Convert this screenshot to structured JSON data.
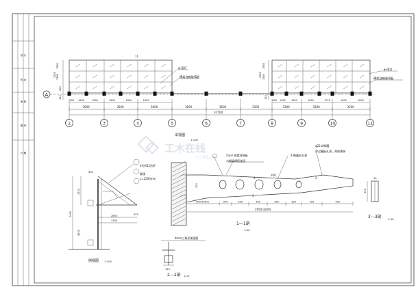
{
  "title_block": {
    "col_labels": [
      "设 计",
      "校 对",
      "审 核",
      "图 号",
      "日 期"
    ]
  },
  "plan": {
    "axis_letter": "A",
    "axis_numbers": [
      "2",
      "3",
      "4",
      "5",
      "6",
      "7",
      "8",
      "9",
      "10",
      "11"
    ],
    "bay_dims": [
      "3600",
      "3600",
      "3600",
      "3600",
      "3600",
      "3300",
      "3300",
      "3300",
      "3300"
    ],
    "total_dim": "31500",
    "left_sub_dims": [
      "900",
      "1800",
      "1800",
      "1600",
      "1800",
      "1800"
    ],
    "right_sub_dims": [
      "800",
      "1650",
      "1650",
      "1650",
      "1725",
      "1800",
      "1800"
    ],
    "left_height_dims": [
      "1550",
      "1550",
      "200",
      "3300",
      "120"
    ],
    "right_height_dims": [
      "1550",
      "1550",
      "3300",
      "120"
    ],
    "top_mark": "11",
    "left_note_1": "φ-雨灯",
    "left_note_2": "横架自箱玻璃板",
    "right_note_1": "φ-雨灯",
    "right_note_2": "横架自箱玻璃板",
    "caption": "伞视图",
    "caption_scale": "1:100"
  },
  "side": {
    "labels": [
      "4孔M12拉杆",
      "玻璃",
      "L=2200mm"
    ],
    "dims": [
      "300",
      "2300",
      "2400",
      "4500",
      "3300",
      "500",
      "2850"
    ],
    "caption": "侧视图",
    "caption_scale": "1:100"
  },
  "beam": {
    "top_labels": [
      "5mm 热镀锌钢板",
      "与钢梁焊接连接",
      "4-椭圆形孔洞",
      "φ22x8钢管",
      "穿过腹板孔洞，两侧满焊"
    ],
    "mid_labels": [
      "3",
      "3",
      "2",
      "200"
    ],
    "dims_bottom": [
      "800(1050)",
      "200",
      "350",
      "350",
      "350",
      "325",
      "425",
      "400"
    ],
    "total": "2950(3200)",
    "left_dim": "300",
    "caption": "1—1剖",
    "caption_scale": "1:50"
  },
  "sec22": {
    "note": "8mm三角形加强筋",
    "dim": "120",
    "caption": "2—2剖",
    "caption_scale": "1:10"
  },
  "sec33": {
    "dims": [
      "300",
      "10"
    ],
    "caption": "3—3剖",
    "caption_scale": "1:50"
  },
  "watermark": {
    "line1": "工木在线",
    "line2": "co188.com"
  }
}
